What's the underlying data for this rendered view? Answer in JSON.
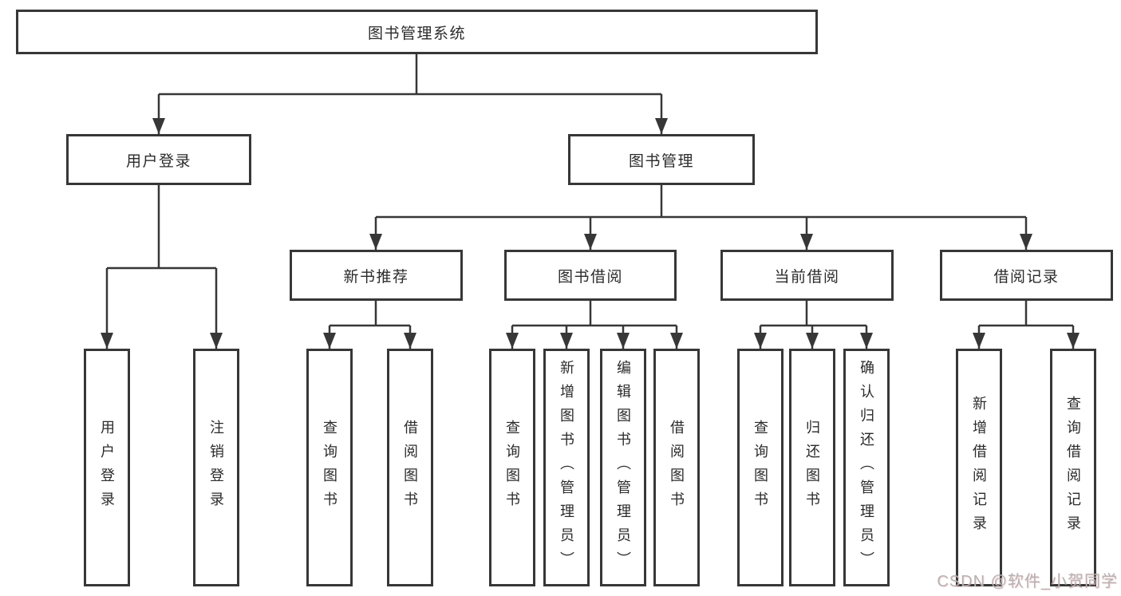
{
  "tree": {
    "root": {
      "label": "图书管理系统"
    },
    "branches": [
      {
        "label": "用户登录",
        "children": [
          {
            "label": "用户登录"
          },
          {
            "label": "注销登录"
          }
        ]
      },
      {
        "label": "图书管理",
        "children": [
          {
            "label": "新书推荐",
            "children": [
              {
                "label": "查询图书"
              },
              {
                "label": "借阅图书"
              }
            ]
          },
          {
            "label": "图书借阅",
            "children": [
              {
                "label": "查询图书"
              },
              {
                "label": "新增图书（管理员）"
              },
              {
                "label": "编辑图书（管理员）"
              },
              {
                "label": "借阅图书"
              }
            ]
          },
          {
            "label": "当前借阅",
            "children": [
              {
                "label": "查询图书"
              },
              {
                "label": "归还图书"
              },
              {
                "label": "确认归还（管理员）"
              }
            ]
          },
          {
            "label": "借阅记录",
            "children": [
              {
                "label": "新增借阅记录"
              },
              {
                "label": "查询借阅记录"
              }
            ]
          }
        ]
      }
    ]
  },
  "watermark": {
    "text": "CSDN @软件_小贺同学"
  },
  "colors": {
    "line": "#373737",
    "box_border": "#373737",
    "box_fill": "#ffffff",
    "text": "#2b2b2b",
    "watermark": "#b6b2b2",
    "background": "#ffffff"
  }
}
